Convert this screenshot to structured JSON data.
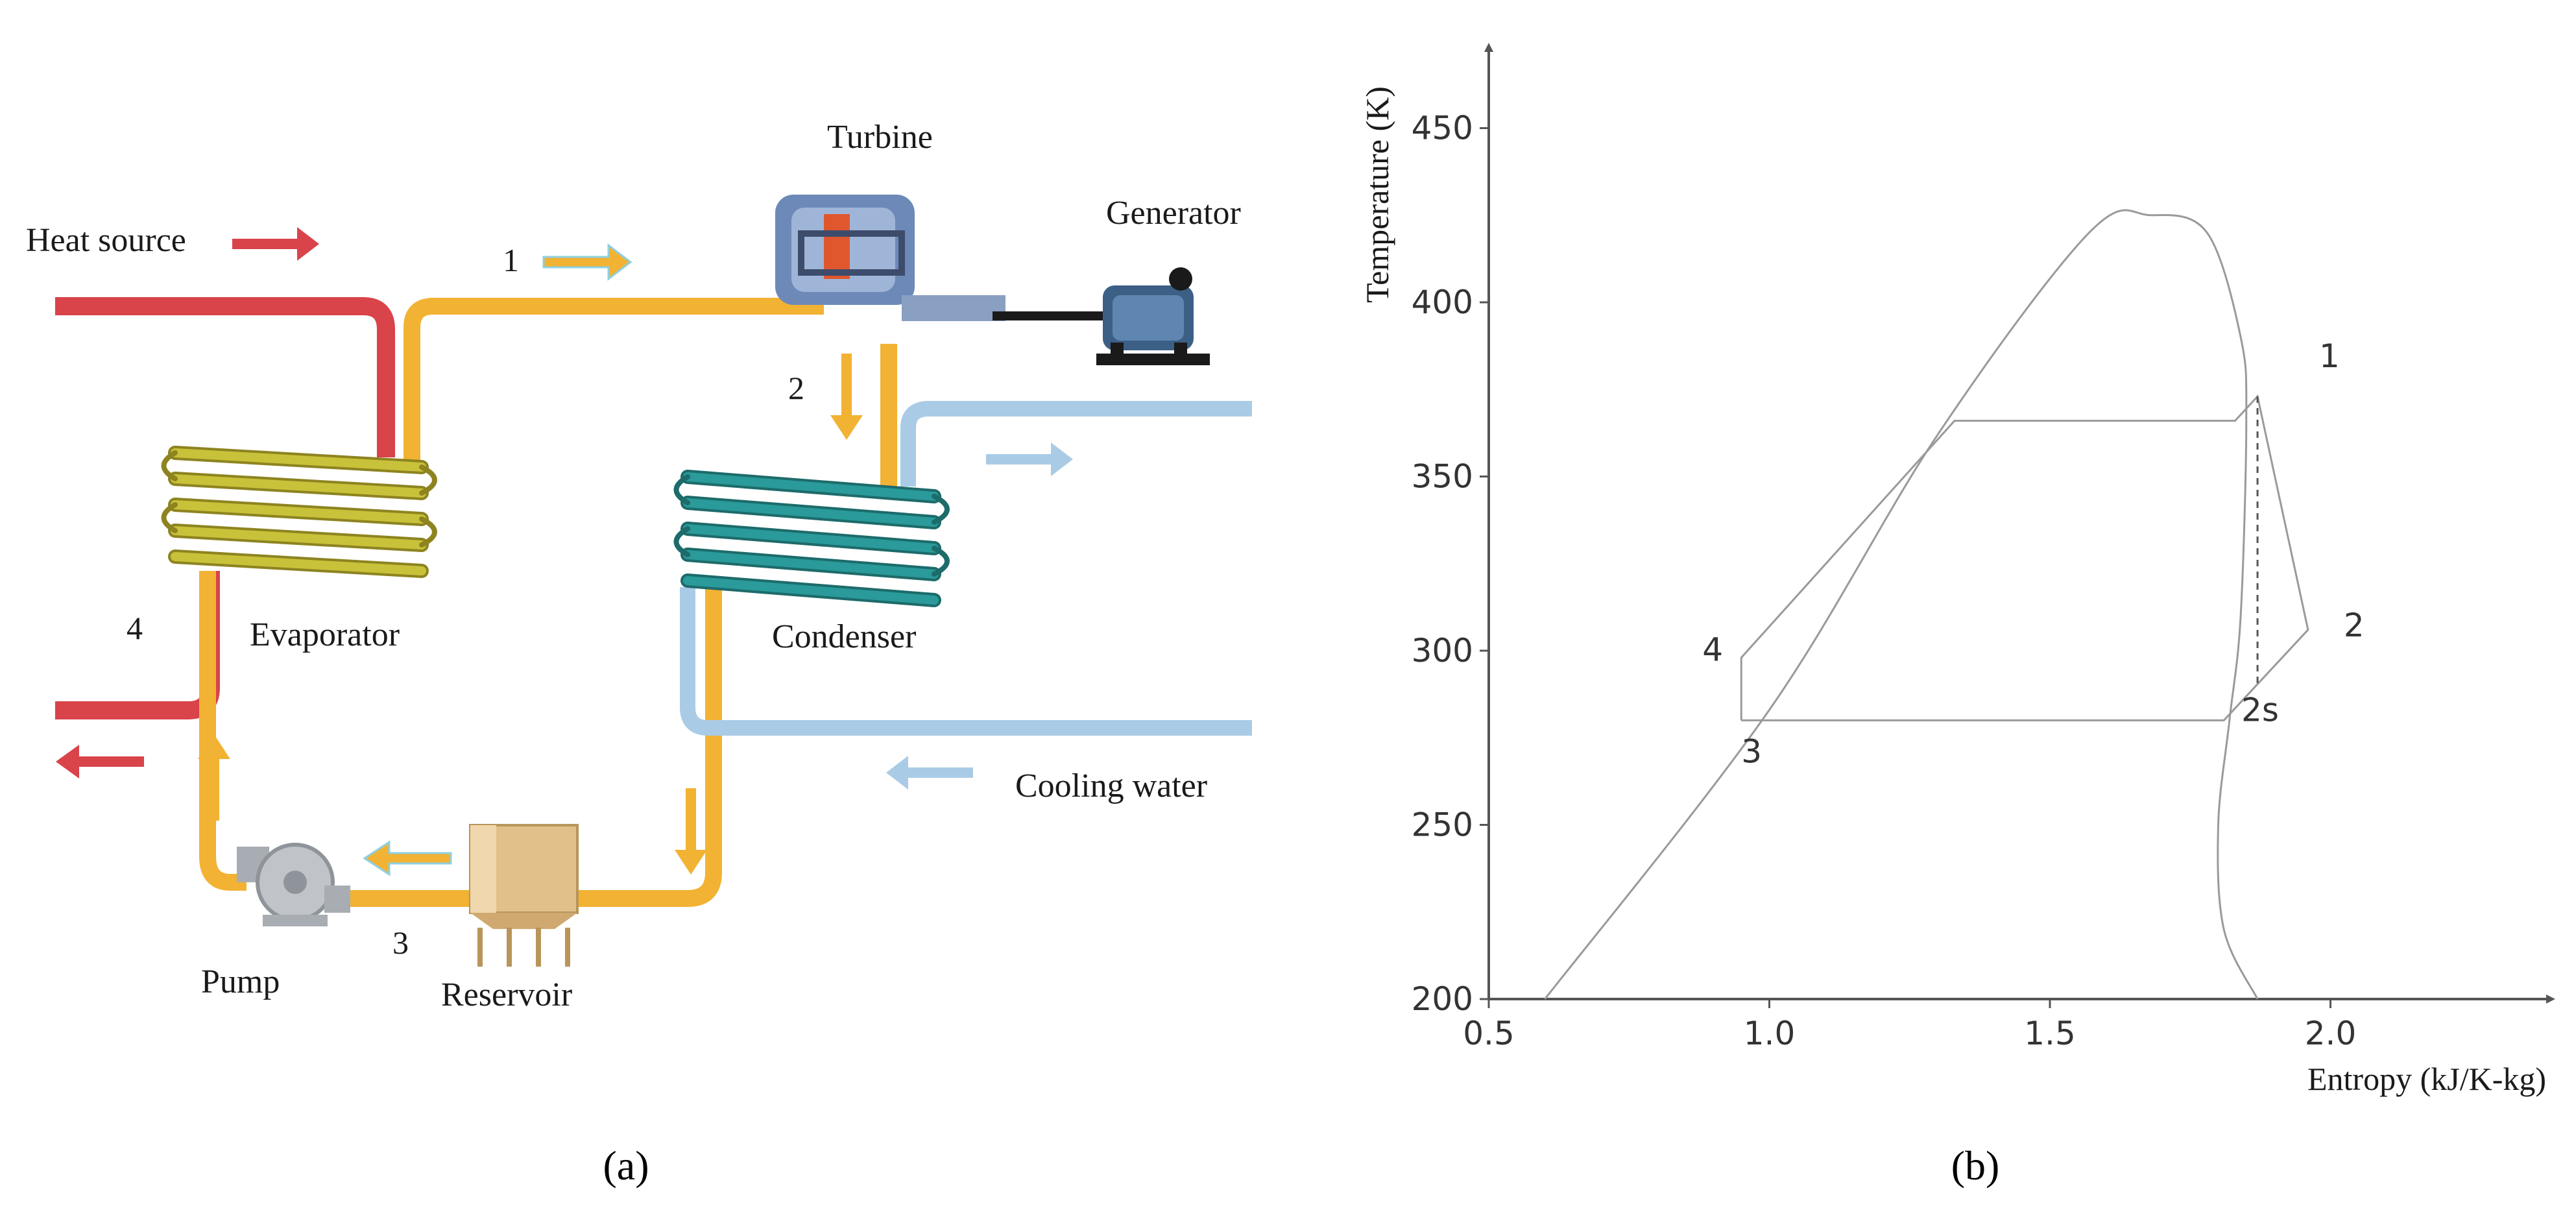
{
  "panel_a": {
    "caption": "(a)",
    "labels": {
      "heat_source": "Heat source",
      "turbine": "Turbine",
      "generator": "Generator",
      "evaporator": "Evaporator",
      "condenser": "Condenser",
      "cooling_water": "Cooling water",
      "pump": "Pump",
      "reservoir": "Reservoir"
    },
    "state_points": [
      "1",
      "2",
      "3",
      "4"
    ],
    "colors": {
      "hot_stream": "#d9434a",
      "working_fluid": "#f2b233",
      "cooling_stream": "#a9cbe6",
      "evaporator_coil": "#c8c23a",
      "condenser_coil": "#2a9a9a",
      "reservoir": "#e2c08a",
      "pump": "#c0c4c8",
      "generator": "#3c5f86"
    }
  },
  "panel_b": {
    "caption": "(b)",
    "chart_data": {
      "type": "line",
      "xlabel": "Entropy (kJ/K-kg)",
      "ylabel": "Temperature (K)",
      "xlim": [
        0.5,
        2.4
      ],
      "ylim": [
        200,
        465
      ],
      "xticks": [
        0.5,
        1.0,
        1.5,
        2.0
      ],
      "xtick_labels": [
        "0.5",
        "1.0",
        "1.5",
        "2.0"
      ],
      "yticks": [
        200,
        250,
        300,
        350,
        400,
        450
      ],
      "ytick_labels": [
        "200",
        "250",
        "300",
        "350",
        "400",
        "450"
      ],
      "grid": false,
      "saturation_dome": [
        [
          0.6,
          200
        ],
        [
          1.0,
          283
        ],
        [
          1.3,
          362
        ],
        [
          1.57,
          420
        ],
        [
          1.68,
          425
        ],
        [
          1.78,
          420
        ],
        [
          1.84,
          390
        ],
        [
          1.85,
          366
        ],
        [
          1.84,
          310
        ],
        [
          1.82,
          280
        ],
        [
          1.8,
          250
        ],
        [
          1.81,
          220
        ],
        [
          1.87,
          200
        ]
      ],
      "cycle": [
        [
          0.95,
          280
        ],
        [
          0.95,
          298
        ],
        [
          1.33,
          366
        ],
        [
          1.83,
          366
        ],
        [
          1.87,
          373
        ],
        [
          1.96,
          306
        ],
        [
          1.81,
          280
        ],
        [
          0.95,
          280
        ]
      ],
      "isentropic_expansion": [
        [
          1.87,
          373
        ],
        [
          1.87,
          290
        ]
      ],
      "points": [
        {
          "label": "1",
          "s": 1.87,
          "T": 373
        },
        {
          "label": "2",
          "s": 1.96,
          "T": 306
        },
        {
          "label": "2s",
          "s": 1.87,
          "T": 290
        },
        {
          "label": "3",
          "s": 0.95,
          "T": 280
        },
        {
          "label": "4",
          "s": 0.95,
          "T": 298
        }
      ]
    }
  }
}
